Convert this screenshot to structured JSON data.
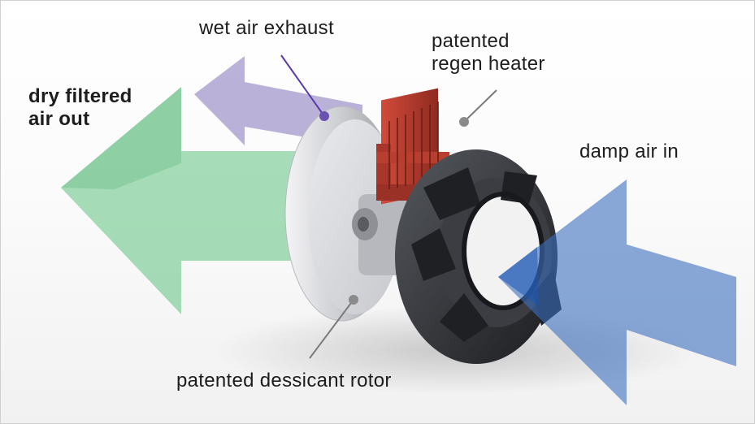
{
  "labels": {
    "wet_air_exhaust": "wet air exhaust",
    "regen_heater": "patented\nregen heater",
    "dry_air_out": "dry filtered\nair out",
    "damp_air_in": "damp air in",
    "dessicant_rotor": "patented dessicant rotor"
  },
  "colors": {
    "dry_air_arrow": "#5fc27f",
    "wet_air_arrow": "#8d7fc0",
    "damp_air_arrow": "#3c6fc0",
    "heater": "#b93a2c",
    "rotor_rim": "#d9d9dc",
    "fan": "#2b2d31",
    "leader_line_purple": "#5a3aa8",
    "leader_line_gray": "#7a7a7a"
  }
}
